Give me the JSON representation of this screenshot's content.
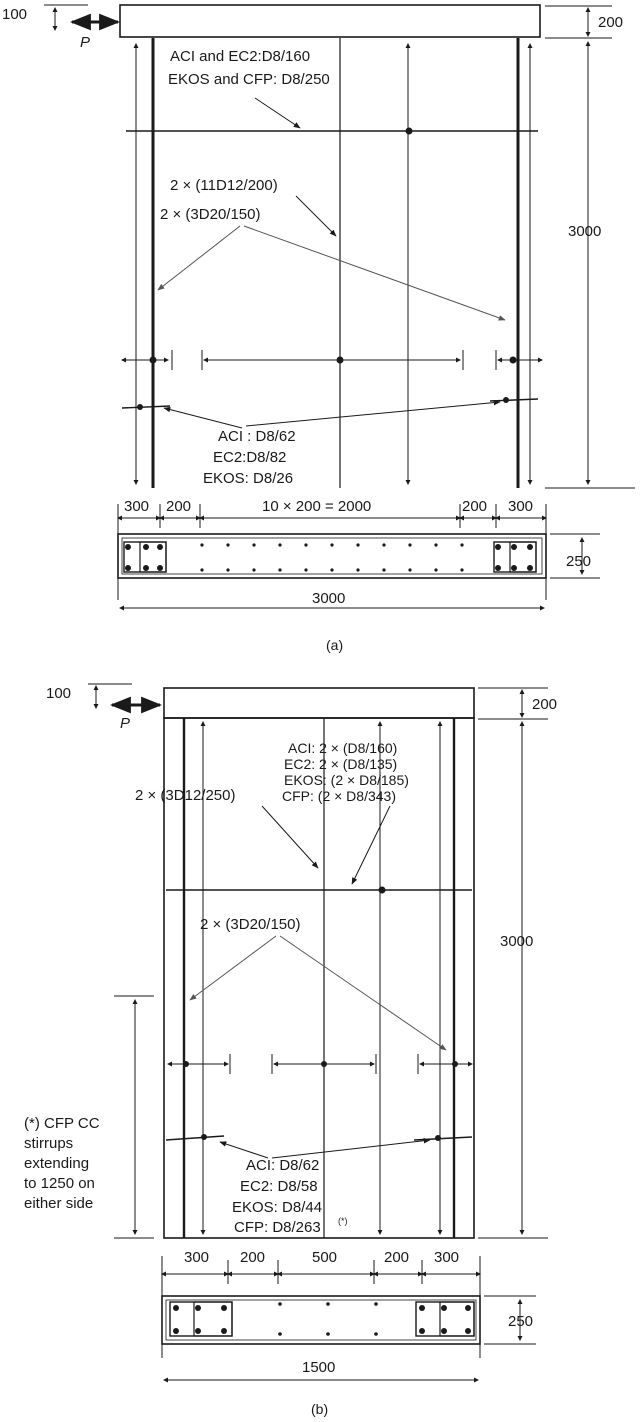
{
  "colors": {
    "ink": "#1a1a1a",
    "leader": "#555555",
    "background": "#ffffff"
  },
  "panel_a": {
    "caption": "(a)",
    "load_offset": "100",
    "load_label": "P",
    "cap_height": "200",
    "wall_height": "3000",
    "horizontal_bars": [
      "ACI and EC2:D8/160",
      "EKOS and CFP: D8/250"
    ],
    "web_vertical_bars": "2 × (11D12/200)",
    "boundary_vertical_bars": "2 × (3D20/150)",
    "hoops": [
      "ACI : D8/62",
      "EC2:D8/82",
      "EKOS: D8/26"
    ],
    "section_dims": [
      "300",
      "200",
      "10 × 200 = 2000",
      "200",
      "300"
    ],
    "section_thickness": "250",
    "section_length": "3000"
  },
  "panel_b": {
    "caption": "(b)",
    "load_offset": "100",
    "load_label": "P",
    "cap_height": "200",
    "wall_height": "3000",
    "horizontal_bars": [
      "ACI: 2 × (D8/160)",
      "EC2: 2 × (D8/135)",
      "EKOS: (2 × D8/185)",
      "CFP: (2 × D8/343)"
    ],
    "web_vertical_bars": "2 × (3D12/250)",
    "boundary_vertical_bars": "2 × (3D20/150)",
    "cfp_note": [
      "(*) CFP CC",
      "stirrups",
      "extending",
      "to 1250 on",
      "either side"
    ],
    "hoops": [
      "ACI: D8/62",
      "EC2: D8/58",
      "EKOS: D8/44",
      "CFP: D8/263"
    ],
    "hoops_cfp_superscript": "(*)",
    "section_dims": [
      "300",
      "200",
      "500",
      "200",
      "300"
    ],
    "section_thickness": "250",
    "section_length": "1500"
  }
}
